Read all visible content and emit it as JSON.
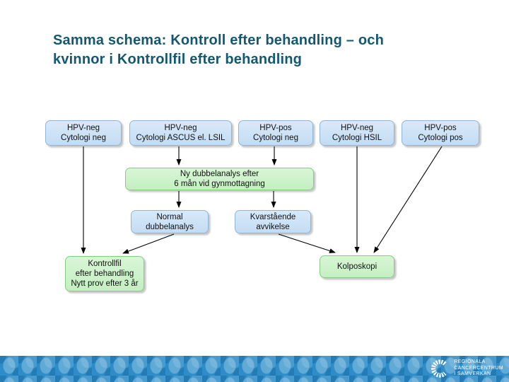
{
  "slide": {
    "title": "Samma schema: Kontroll efter behandling – och\nkvinnor i Kontrollfil efter behandling"
  },
  "flowchart": {
    "nodes": {
      "hpv_neg_cytologi_neg": {
        "label": "HPV-neg\nCytologi neg",
        "kind": "result-blue"
      },
      "hpv_neg_ascus_lsil": {
        "label": "HPV-neg\nCytologi ASCUS el. LSIL",
        "kind": "result-blue"
      },
      "hpv_pos_cytologi_neg": {
        "label": "HPV-pos\nCytologi neg",
        "kind": "result-blue"
      },
      "hpv_neg_hsil": {
        "label": "HPV-neg\nCytologi HSIL",
        "kind": "result-blue"
      },
      "hpv_pos_cytologi_pos": {
        "label": "HPV-pos\nCytologi pos",
        "kind": "result-blue"
      },
      "ny_dubbelanalys": {
        "label": "Ny dubbelanalys efter\n6 mån vid gynmottagning",
        "kind": "action-green"
      },
      "normal_dubbelanalys": {
        "label": "Normal\ndubbelanalys",
        "kind": "result-blue"
      },
      "kvarstaende_avvikelse": {
        "label": "Kvarstående\navvikelse",
        "kind": "result-blue"
      },
      "kontrollfil": {
        "label": "Kontrollfil\nefter behandling\nNytt prov efter 3 år",
        "kind": "action-green"
      },
      "kolposkopi": {
        "label": "Kolposkopi",
        "kind": "action-green"
      }
    },
    "edges": [
      {
        "from": "hpv_neg_cytologi_neg",
        "to": "kontrollfil"
      },
      {
        "from": "hpv_neg_ascus_lsil",
        "to": "ny_dubbelanalys"
      },
      {
        "from": "hpv_pos_cytologi_neg",
        "to": "ny_dubbelanalys"
      },
      {
        "from": "hpv_neg_hsil",
        "to": "kolposkopi"
      },
      {
        "from": "hpv_pos_cytologi_pos",
        "to": "kolposkopi"
      },
      {
        "from": "ny_dubbelanalys",
        "to": "normal_dubbelanalys"
      },
      {
        "from": "ny_dubbelanalys",
        "to": "kvarstaende_avvikelse"
      },
      {
        "from": "normal_dubbelanalys",
        "to": "kontrollfil"
      },
      {
        "from": "kvarstaende_avvikelse",
        "to": "kolposkopi"
      }
    ]
  },
  "footer": {
    "logo_lines": "Regionala\nCancercentrum\ni Samverkan"
  },
  "colors": {
    "title_text": "#14586f",
    "node_blue_fill": "#cde1f6",
    "node_blue_border": "#8fb6d9",
    "node_green_fill": "#cdf2cb",
    "node_green_border": "#85cc85",
    "arrow": "#000000",
    "footer_blue": "#2e8dc8"
  }
}
